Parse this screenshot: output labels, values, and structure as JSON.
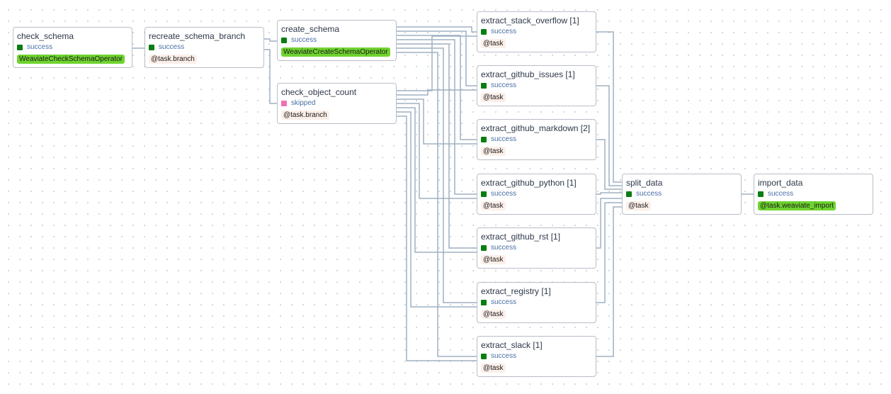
{
  "colors": {
    "success": "#0a7d12",
    "skipped": "#f06fb4",
    "operator_green": "#6fd32f",
    "operator_task": "#fcefe9",
    "edge": "#9fb0c3"
  },
  "nodes": [
    {
      "id": "check_schema",
      "title": "check_schema",
      "status": "success",
      "operator": "WeaviateCheckSchemaOperator",
      "operator_style": "green"
    },
    {
      "id": "recreate_schema_branch",
      "title": "recreate_schema_branch",
      "status": "success",
      "operator": "@task.branch",
      "operator_style": "task"
    },
    {
      "id": "create_schema",
      "title": "create_schema",
      "status": "success",
      "operator": "WeaviateCreateSchemaOperator",
      "operator_style": "green"
    },
    {
      "id": "check_object_count",
      "title": "check_object_count",
      "status": "skipped",
      "operator": "@task.branch",
      "operator_style": "task"
    },
    {
      "id": "extract_stack_overflow",
      "title": "extract_stack_overflow [1]",
      "status": "success",
      "operator": "@task",
      "operator_style": "task"
    },
    {
      "id": "extract_github_issues",
      "title": "extract_github_issues [1]",
      "status": "success",
      "operator": "@task",
      "operator_style": "task"
    },
    {
      "id": "extract_github_markdown",
      "title": "extract_github_markdown [2]",
      "status": "success",
      "operator": "@task",
      "operator_style": "task"
    },
    {
      "id": "extract_github_python",
      "title": "extract_github_python [1]",
      "status": "success",
      "operator": "@task",
      "operator_style": "task"
    },
    {
      "id": "extract_github_rst",
      "title": "extract_github_rst [1]",
      "status": "success",
      "operator": "@task",
      "operator_style": "task"
    },
    {
      "id": "extract_registry",
      "title": "extract_registry [1]",
      "status": "success",
      "operator": "@task",
      "operator_style": "task"
    },
    {
      "id": "extract_slack",
      "title": "extract_slack [1]",
      "status": "success",
      "operator": "@task",
      "operator_style": "task"
    },
    {
      "id": "split_data",
      "title": "split_data",
      "status": "success",
      "operator": "@task",
      "operator_style": "task"
    },
    {
      "id": "import_data",
      "title": "import_data",
      "status": "success",
      "operator": "@task.weaviate_import",
      "operator_style": "green"
    }
  ]
}
